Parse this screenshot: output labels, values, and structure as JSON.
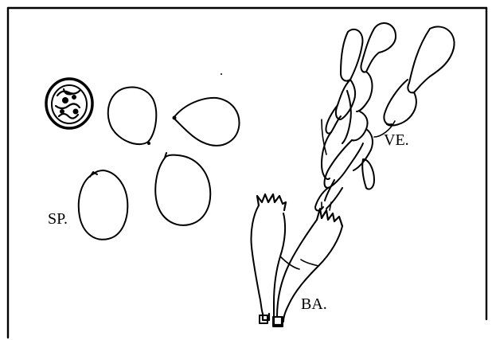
{
  "labels": {
    "spores": "SP.",
    "vesicles": "VE.",
    "basidia": "BA."
  },
  "colors": {
    "ink": "#000000",
    "paper": "#ffffff"
  }
}
